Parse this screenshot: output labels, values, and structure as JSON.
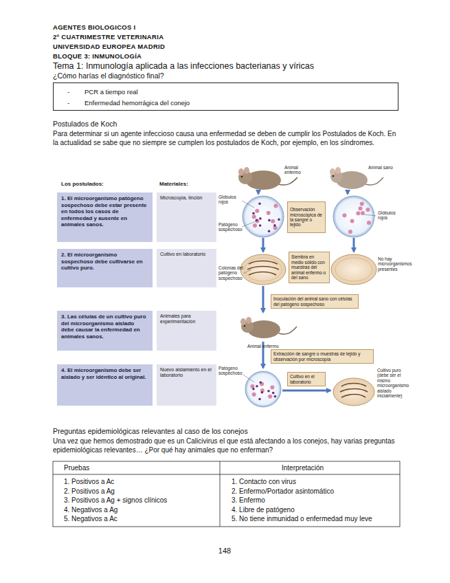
{
  "diagram": {
    "title": "Tema 1: Inmunología aplicada a las infecciones bacterianas y víricas",
    "nodes": [
      {
        "text": [
          "-",
          "PCR a tiempo real",
          "-",
          "Enfermedad hemorrágica del conejo"
        ]
      },
      {
        "text": [
          "1. El microorganismo patógeno sospechoso debe estar presente en todos los casos de enfermedad y ausente en animales sanos."
        ]
      },
      {
        "text": [
          "Microscopia, tinción"
        ]
      },
      {
        "text": [
          "Observación microscópica de la sangre o tejido"
        ]
      },
      {
        "text": [
          "2. El microorganismo sospechoso debe cultivarse en cultivo puro."
        ]
      },
      {
        "text": [
          "Cultivo en laboratorio"
        ]
      },
      {
        "text": [
          "Siembra en medio sólido con muestras del animal enfermo o del sano"
        ]
      },
      {
        "text": [
          "Inoculación del animal sano con células del patógeno sospechoso"
        ]
      },
      {
        "text": [
          "3. Las células de un cultivo puro del microorganismo aislado debe causar la enfermedad en animales sanos."
        ]
      },
      {
        "text": [
          "Animales para experimentación"
        ]
      },
      {
        "text": [
          "Extracción de sangre o muestras de tejido y observación por microscopía"
        ]
      },
      {
        "text": [
          "4. El microorganismo debe ser aislado y ser idéntico al original."
        ]
      },
      {
        "text": [
          "Nuevo aislamiento en el laboratorio"
        ]
      },
      {
        "text": [
          "Cultivo en el laboratorio"
        ]
      }
    ],
    "labels": [
      "AGENTES BIOLOGICOS I",
      "2º CUATRIMESTRE VETERINARIA",
      "UNIVERSIDAD EUROPEA MADRID",
      "BLOQUE 3: INMUNOLOGÍA",
      "¿Cómo harías el diagnóstico final?",
      "Postulados de Koch",
      "Para determinar si un agente infeccioso causa una enfermedad se deben de cumplir los Postulados de Koch. En la actualidad se sabe que no siempre se cumplen los postulados de Koch, por ejemplo, en los síndromes.",
      "Animal enfermo",
      "Animal sano",
      "Los postulados:",
      "Materiales:",
      "Glóbulos rojos",
      "Patógeno sospechoso",
      "Glóbulos rojos",
      "Colonias del patógeno sospechoso",
      "No hay microorganismos presentes",
      "Animal enfermo",
      "Patógeno sospechoso",
      "Cultivo puro (debe ser el mismo microorganismo aislado inicialmente)",
      "Preguntas epidemiológicas relevantes al caso de los conejos",
      "Una vez que hemos demostrado que es un Calicivirus el que está afectando a los conejos, hay varias preguntas epidemiológicas relevantes… ¿Por qué hay animales que no enferman?",
      "Pruebas",
      "Interpretación",
      "1. Positivos a Ac",
      "2. Positivos a Ag",
      "3. Positivos a Ag + signos clínicos",
      "4. Negativos a Ag",
      "5. Negativos a Ac",
      "1. Contacto con virus",
      "2. Enfermo/Portador asintomático",
      "3. Enfermo",
      "4. Libre de patógeno",
      "5. No tiene inmunidad o enfermedad muy leve",
      "148"
    ]
  }
}
